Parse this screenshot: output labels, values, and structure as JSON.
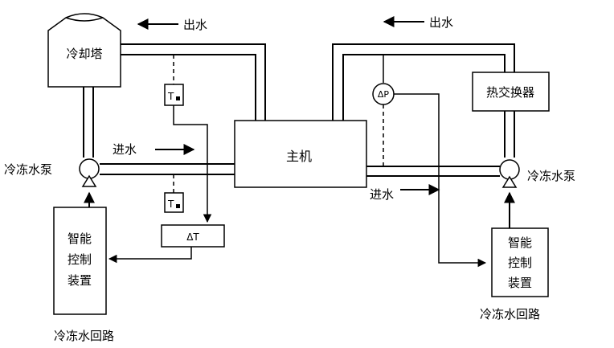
{
  "labels": {
    "cooling_tower": "冷却塔",
    "outlet_left": "出水",
    "outlet_right": "出水",
    "main_unit": "主机",
    "heat_exchanger": "热交换器",
    "inlet_left": "进水",
    "inlet_right": "进水",
    "pump_left": "冷冻水泵",
    "pump_right": "冷冻水泵",
    "controller_left": [
      "智能",
      "控制",
      "装置"
    ],
    "controller_right": [
      "智能",
      "控制",
      "装置"
    ],
    "loop_left": "冷冻水回路",
    "loop_right": "冷冻水回路",
    "temp_sensor": "T",
    "delta_t": "ΔT",
    "delta_p": "ΔP"
  }
}
